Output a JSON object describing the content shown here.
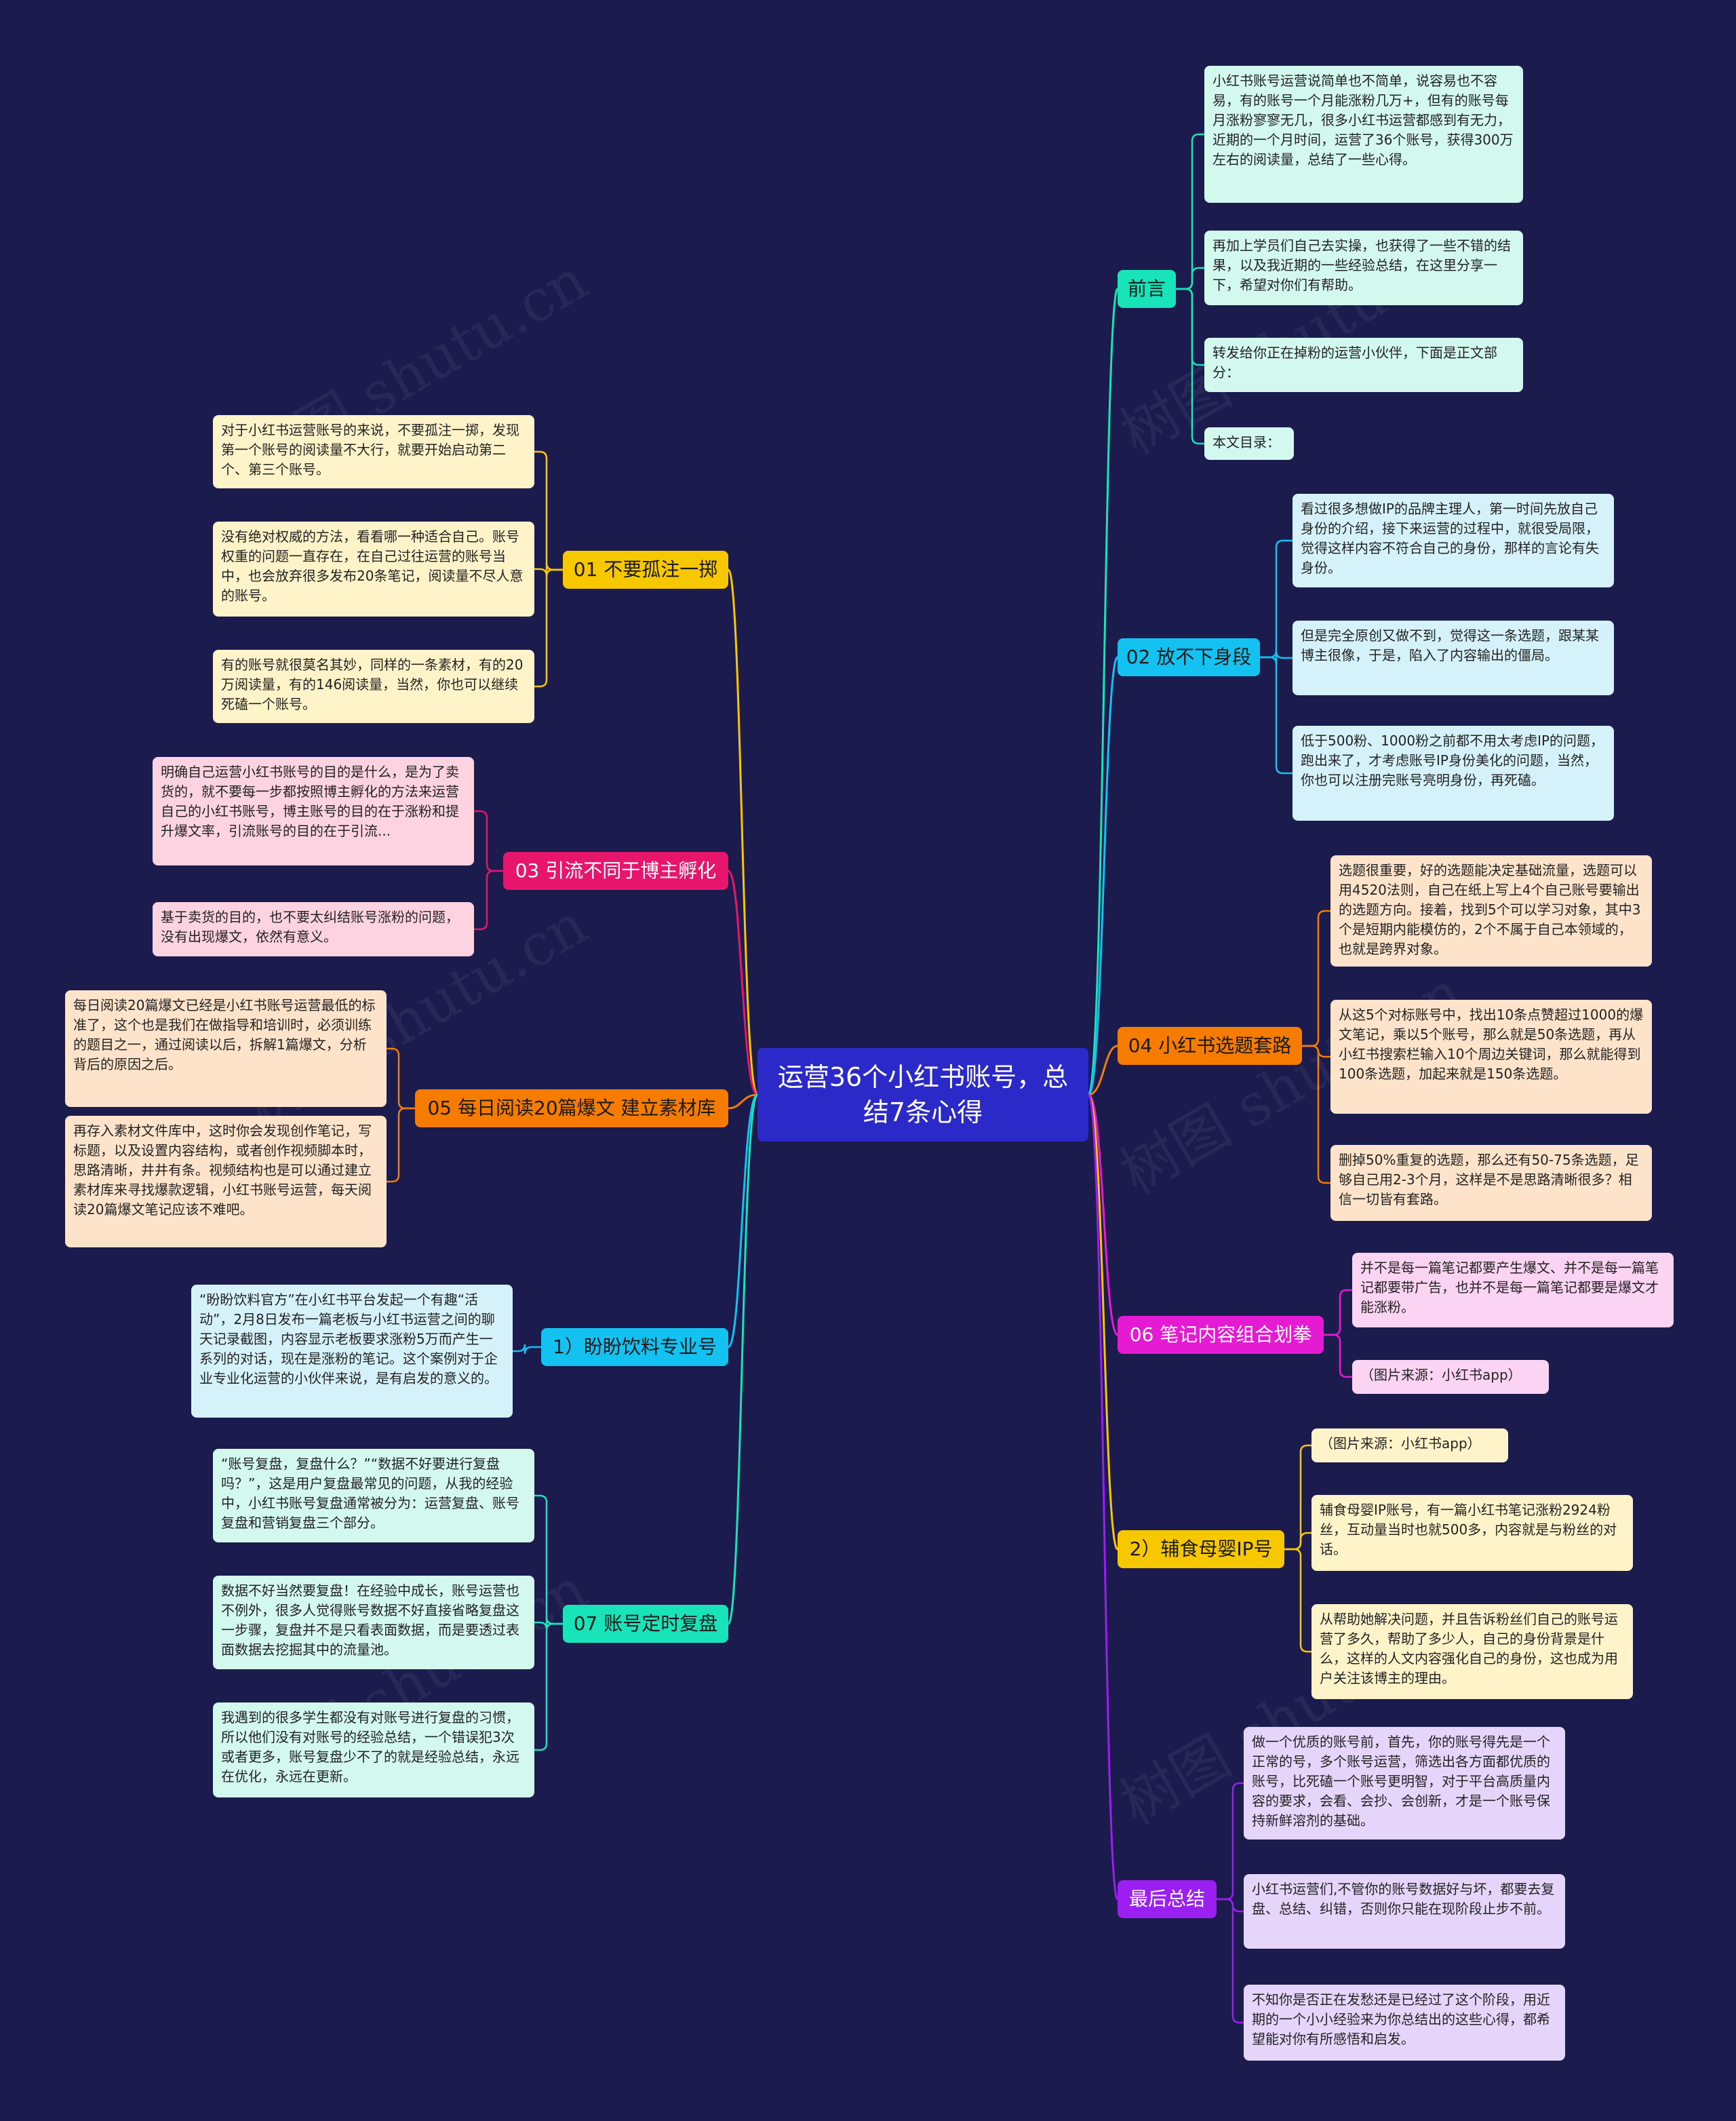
{
  "root": {
    "label": "运营36个小红书账号，总结7条心得"
  },
  "watermark": {
    "text": "树图 shutu.cn"
  },
  "colors": {
    "background": "#1b1b4d",
    "root": "#2b2ac8",
    "yellow": "#f7c800",
    "pink": "#e8156d",
    "orange": "#f57c00",
    "cyan": "#13c2f0",
    "teal": "#19e3b9",
    "magenta": "#e51ad3",
    "purple": "#9b1ff0"
  },
  "branches": [
    {
      "id": "b01",
      "label": "01 不要孤注一掷",
      "color": "#f7c800",
      "leaf_bg": "#fff4c9",
      "leaves": [
        "对于小红书运营账号的来说，不要孤注一掷，发现第一个账号的阅读量不大行，就要开始启动第二个、第三个账号。",
        "没有绝对权威的方法，看看哪一种适合自己。账号权重的问题一直存在，在自己过往运营的账号当中，也会放弃很多发布20条笔记，阅读量不尽人意的账号。",
        "有的账号就很莫名其妙，同样的一条素材，有的20万阅读量，有的146阅读量，当然，你也可以继续死磕一个账号。"
      ]
    },
    {
      "id": "b03",
      "label": "03 引流不同于博主孵化",
      "color": "#e8156d",
      "leaf_bg": "#fdd3e2",
      "leaves": [
        "明确自己运营小红书账号的目的是什么，是为了卖货的，就不要每一步都按照博主孵化的方法来运营自己的小红书账号，博主账号的目的在于涨粉和提升爆文率，引流账号的目的在于引流...",
        "基于卖货的目的，也不要太纠结账号涨粉的问题，没有出现爆文，依然有意义。"
      ]
    },
    {
      "id": "b05",
      "label": "05 每日阅读20篇爆文 建立素材库",
      "color": "#f57c00",
      "leaf_bg": "#fde3c9",
      "leaves": [
        "每日阅读20篇爆文已经是小红书账号运营最低的标准了，这个也是我们在做指导和培训时，必须训练的题目之一，通过阅读以后，拆解1篇爆文，分析背后的原因之后。",
        "再存入素材文件库中，这时你会发现创作笔记，写标题，以及设置内容结构，或者创作视频脚本时，思路清晰，井井有条。视频结构也是可以通过建立素材库来寻找爆款逻辑，小红书账号运营，每天阅读20篇爆文笔记应该不难吧。"
      ]
    },
    {
      "id": "b1",
      "label": "1）盼盼饮料专业号",
      "color": "#13c2f0",
      "leaf_bg": "#d5f2fb",
      "leaves": [
        "“盼盼饮料官方”在小红书平台发起一个有趣“活动”，2月8日发布一篇老板与小红书运营之间的聊天记录截图，内容显示老板要求涨粉5万而产生一系列的对话，现在是涨粉的笔记。这个案例对于企业专业化运营的小伙伴来说，是有启发的意义的。"
      ]
    },
    {
      "id": "b07",
      "label": "07 账号定时复盘",
      "color": "#19e3b9",
      "leaf_bg": "#d3f8ee",
      "leaves": [
        "“账号复盘，复盘什么？”“数据不好要进行复盘吗？”，这是用户复盘最常见的问题，从我的经验中，小红书账号复盘通常被分为：运营复盘、账号复盘和营销复盘三个部分。",
        "数据不好当然要复盘！在经验中成长，账号运营也不例外，很多人觉得账号数据不好直接省略复盘这一步骤，复盘并不是只看表面数据，而是要透过表面数据去挖掘其中的流量池。",
        "我遇到的很多学生都没有对账号进行复盘的习惯，所以他们没有对账号的经验总结，一个错误犯3次或者更多，账号复盘少不了的就是经验总结，永远在优化，永远在更新。"
      ]
    },
    {
      "id": "bpre",
      "label": "前言",
      "color": "#19e3b9",
      "leaf_bg": "#d3f8ee",
      "leaves": [
        "小红书账号运营说简单也不简单，说容易也不容易，有的账号一个月能涨粉几万+，但有的账号每月涨粉寥寥无几，很多小红书运营都感到有无力，近期的一个月时间，运营了36个账号，获得300万左右的阅读量，总结了一些心得。",
        "再加上学员们自己去实操，也获得了一些不错的结果，以及我近期的一些经验总结，在这里分享一下，希望对你们有帮助。",
        "转发给你正在掉粉的运营小伙伴，下面是正文部分：",
        "本文目录："
      ]
    },
    {
      "id": "b02",
      "label": "02 放不下身段",
      "color": "#13c2f0",
      "leaf_bg": "#d5f2fb",
      "leaves": [
        "看过很多想做IP的品牌主理人，第一时间先放自己身份的介绍，接下来运营的过程中，就很受局限，觉得这样内容不符合自己的身份，那样的言论有失身份。",
        "但是完全原创又做不到，觉得这一条选题，跟某某博主很像，于是，陷入了内容输出的僵局。",
        "低于500粉、1000粉之前都不用太考虑IP的问题，跑出来了，才考虑账号IP身份美化的问题，当然，你也可以注册完账号亮明身份，再死磕。"
      ]
    },
    {
      "id": "b04",
      "label": "04 小红书选题套路",
      "color": "#f57c00",
      "leaf_bg": "#fde3c9",
      "leaves": [
        "选题很重要，好的选题能决定基础流量，选题可以用4520法则，自己在纸上写上4个自己账号要输出的选题方向。接着，找到5个可以学习对象，其中3个是短期内能模仿的，2个不属于自己本领域的，也就是跨界对象。",
        "从这5个对标账号中，找出10条点赞超过1000的爆文笔记，乘以5个账号，那么就是50条选题，再从小红书搜索栏输入10个周边关键词，那么就能得到100条选题，加起来就是150条选题。",
        "删掉50%重复的选题，那么还有50-75条选题，足够自己用2-3个月，这样是不是思路清晰很多？相信一切皆有套路。"
      ]
    },
    {
      "id": "b06",
      "label": "06 笔记内容组合划拳",
      "color": "#e51ad3",
      "leaf_bg": "#fbd3f3",
      "leaves": [
        "并不是每一篇笔记都要产生爆文、并不是每一篇笔记都要带广告，也并不是每一篇笔记都要是爆文才能涨粉。",
        "（图片来源：小红书app）"
      ]
    },
    {
      "id": "b2",
      "label": "2）辅食母婴IP号",
      "color": "#f7c800",
      "leaf_bg": "#fff4c9",
      "leaves": [
        "（图片来源：小红书app）",
        "辅食母婴IP账号，有一篇小红书笔记涨粉2924粉丝，互动量当时也就500多，内容就是与粉丝的对话。",
        "从帮助她解决问题，并且告诉粉丝们自己的账号运营了多久，帮助了多少人，自己的身份背景是什么，这样的人文内容强化自己的身份，这也成为用户关注该博主的理由。"
      ]
    },
    {
      "id": "bend",
      "label": "最后总结",
      "color": "#9b1ff0",
      "leaf_bg": "#e6d5fb",
      "leaves": [
        "做一个优质的账号前，首先，你的账号得先是一个正常的号，多个账号运营，筛选出各方面都优质的账号，比死磕一个账号更明智，对于平台高质量内容的要求，会看、会抄、会创新，才是一个账号保持新鲜溶剂的基础。",
        "小红书运营们,不管你的账号数据好与坏，都要去复盘、总结、纠错，否则你只能在现阶段止步不前。",
        "不知你是否正在发愁还是已经过了这个阶段，用近期的一个小小经验来为你总结出的这些心得，都希望能对你有所感悟和启发。"
      ]
    }
  ]
}
